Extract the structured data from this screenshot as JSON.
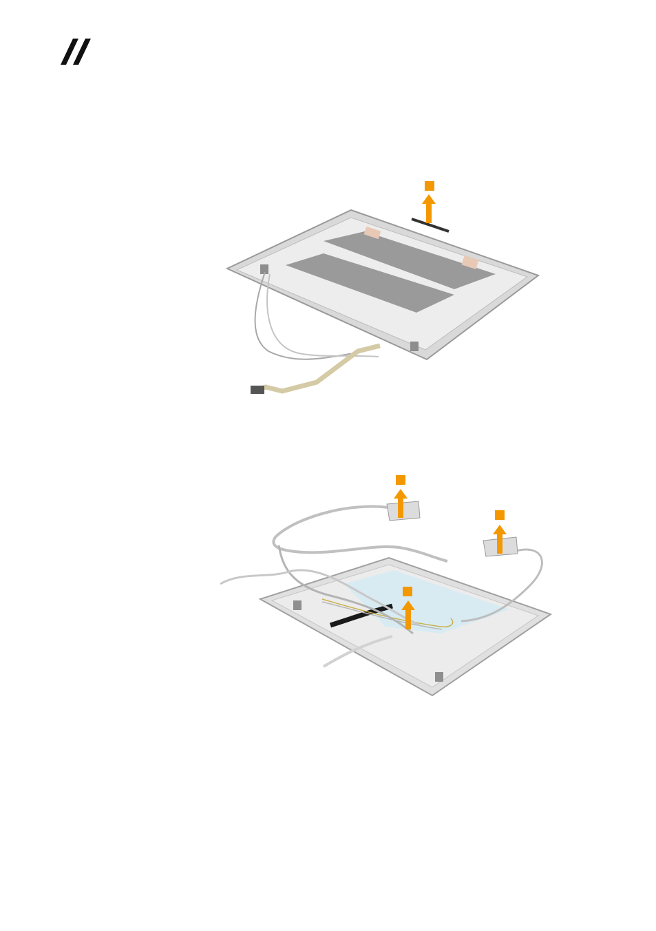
{
  "header": {
    "logo_icon": "double-slash-logo-icon"
  },
  "accent_color": "#F39800",
  "figures": [
    {
      "name": "figure-remove-camera",
      "steps": 1
    },
    {
      "name": "figure-remove-antennas",
      "steps": 3
    }
  ]
}
